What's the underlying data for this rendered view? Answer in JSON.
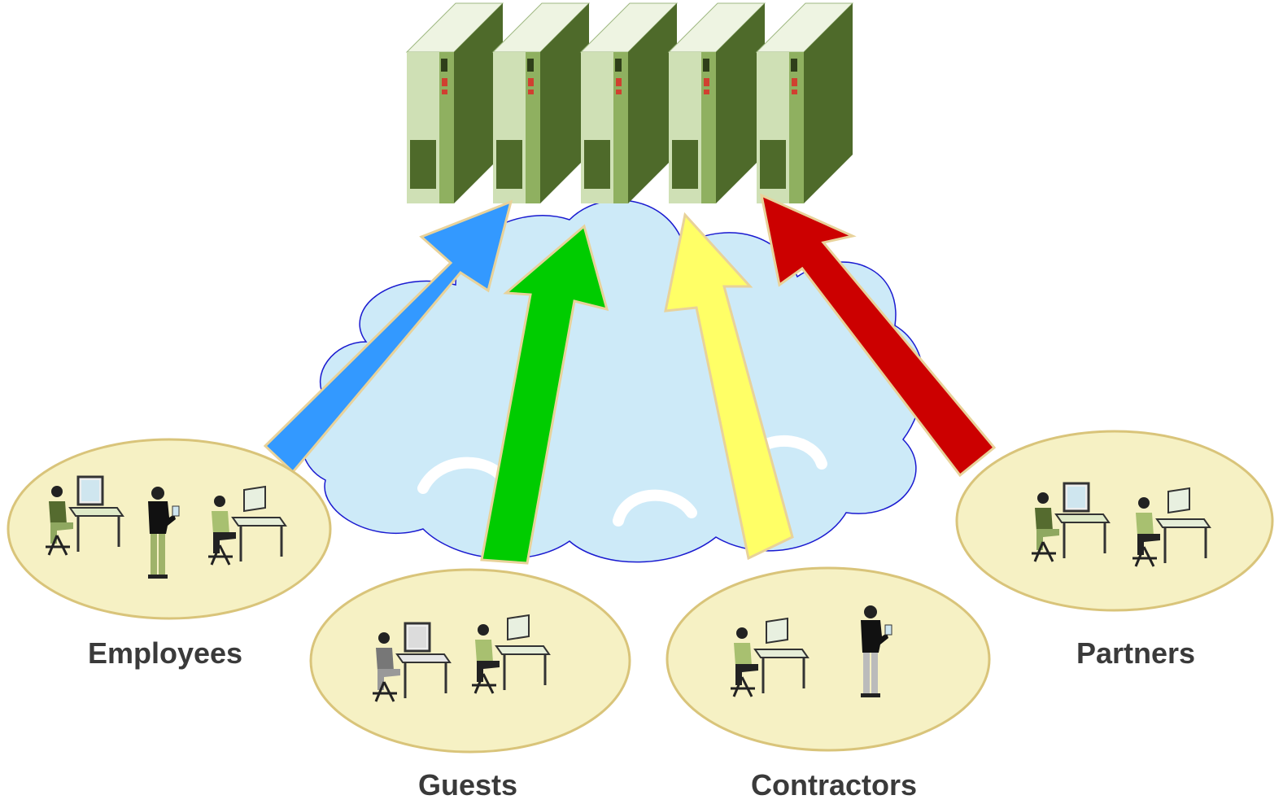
{
  "groups": {
    "employees": {
      "label": "Employees"
    },
    "guests": {
      "label": "Guests"
    },
    "contractors": {
      "label": "Contractors"
    },
    "partners": {
      "label": "Partners"
    }
  },
  "colors": {
    "cloud_fill": "#cdeaf8",
    "cloud_stroke": "#1a1ad0",
    "ellipse_fill": "#f6f1c4",
    "ellipse_stroke": "#d9c47a",
    "server_dark": "#4e6a2a",
    "server_light": "#cfe0b5",
    "server_top": "#eef4e2",
    "arrow_outline": "#e8d29a",
    "arrow_employees": "#3399ff",
    "arrow_guests": "#00cc00",
    "arrow_contractors": "#ffff66",
    "arrow_partners": "#cc0000",
    "label_text": "#3a3a3a"
  },
  "icons": {
    "server": "server-tower-icon",
    "desk_worker": "person-at-desk-icon",
    "standing_user": "person-with-phone-icon"
  }
}
